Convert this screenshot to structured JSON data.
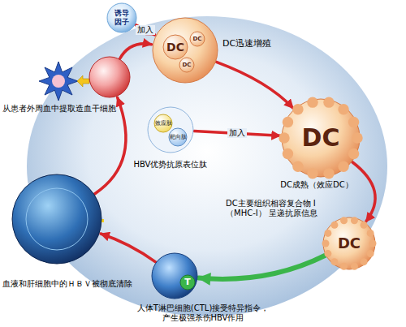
{
  "diagram": {
    "nodes": [
      {
        "text": [
          "诱导因子"
        ]
      },
      {
        "text": [
          "DC",
          "DC",
          "DC",
          "DC迅速增殖"
        ]
      },
      {
        "text": [
          "效应肽",
          "靶向肽",
          "HBV优势抗原表位肽"
        ]
      },
      {
        "text": [
          "DC",
          "DC成熟（效应DC）"
        ]
      },
      {
        "text": [
          "DC",
          "DC主要组织相容复合物 I（MHC-I） 呈递抗原信息"
        ]
      },
      {
        "text": [
          "T",
          "人体T淋巴细胞(CTL)接受特异指令， 产生极强杀伤HBV作用"
        ]
      },
      {
        "text": [
          "血液和肝细胞中的ＨＢＶ被彻底清除"
        ]
      },
      {
        "text": [
          "从患者外周血中提取造血干细胞"
        ]
      }
    ],
    "edges": [
      {
        "from": 0,
        "to": 1,
        "label": "加入",
        "arrow": "to"
      },
      {
        "from": 7,
        "to": 1,
        "arrow": "to"
      },
      {
        "from": 1,
        "to": 3,
        "arrow": "to"
      },
      {
        "from": 2,
        "to": 3,
        "label": "加入",
        "arrow": "to"
      },
      {
        "from": 3,
        "to": 4,
        "arrow": "to"
      },
      {
        "from": 4,
        "to": 5,
        "arrow": "to"
      },
      {
        "from": 5,
        "to": 6,
        "arrow": "to"
      },
      {
        "from": 6,
        "to": 7,
        "arrow": "to"
      }
    ]
  }
}
